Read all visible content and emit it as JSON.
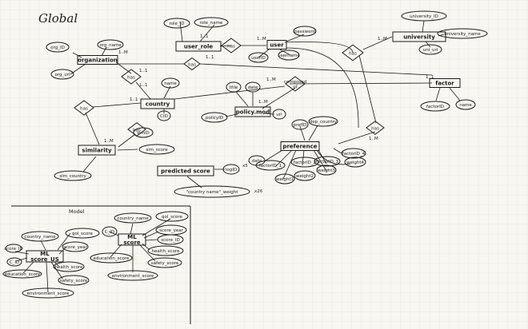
{
  "title": "Global",
  "model_title": "Model",
  "entities": [
    {
      "id": "role",
      "text": "user_role"
    },
    {
      "id": "user",
      "text": "user"
    },
    {
      "id": "university",
      "text": "university"
    },
    {
      "id": "organization",
      "text": "organization"
    },
    {
      "id": "country",
      "text": "country"
    },
    {
      "id": "policy",
      "text": "policy.mod"
    },
    {
      "id": "factor",
      "text": "factor"
    },
    {
      "id": "similarity",
      "text": "similarity"
    },
    {
      "id": "preference",
      "text": "preference"
    },
    {
      "id": "predicted",
      "text": "predicted score"
    },
    {
      "id": "ml_score_us",
      "text": "ML\nscore_US"
    },
    {
      "id": "ml_score",
      "text": "ML\nscore"
    }
  ],
  "relationships": [
    {
      "id": "r_has_user",
      "text": "has"
    },
    {
      "id": "r_has_univ",
      "text": "has"
    },
    {
      "id": "r_has_org",
      "text": "has"
    },
    {
      "id": "r_has_factor",
      "text": "has"
    },
    {
      "id": "r_has_country",
      "text": "has"
    },
    {
      "id": "r_has_sim",
      "text": "has"
    },
    {
      "id": "r_composed",
      "text": "composed\nof"
    },
    {
      "id": "r_has_pref",
      "text": "has"
    }
  ],
  "attributes": [
    {
      "id": "role_id",
      "text": "role_ID"
    },
    {
      "id": "role_name",
      "text": "role_name"
    },
    {
      "id": "user_id",
      "text": "userID"
    },
    {
      "id": "username",
      "text": "username"
    },
    {
      "id": "password",
      "text": "password"
    },
    {
      "id": "univ_id",
      "text": "university_ID"
    },
    {
      "id": "univ_name",
      "text": "university_name"
    },
    {
      "id": "univ_url",
      "text": "uni_url"
    },
    {
      "id": "org_id",
      "text": "org_ID"
    },
    {
      "id": "org_name",
      "text": "org_name"
    },
    {
      "id": "org_url",
      "text": "org_url"
    },
    {
      "id": "c_name",
      "text": "name"
    },
    {
      "id": "c_id",
      "text": "CID"
    },
    {
      "id": "p_title",
      "text": "title"
    },
    {
      "id": "p_date",
      "text": "date"
    },
    {
      "id": "p_id",
      "text": "policyID"
    },
    {
      "id": "p_url",
      "text": "url"
    },
    {
      "id": "f_id",
      "text": "factorID"
    },
    {
      "id": "f_name",
      "text": "name"
    },
    {
      "id": "sim_id",
      "text": "simID"
    },
    {
      "id": "sim_score",
      "text": "sim_score"
    },
    {
      "id": "sim_country",
      "text": "sim_country"
    },
    {
      "id": "pr_id",
      "text": "prefID"
    },
    {
      "id": "pr_country",
      "text": "dep_country"
    },
    {
      "id": "pr_date",
      "text": "date"
    },
    {
      "id": "pr_f1",
      "text": "factorID_1"
    },
    {
      "id": "pr_w1",
      "text": "weight1"
    },
    {
      "id": "pr_f2",
      "text": "factorID_2"
    },
    {
      "id": "pr_w2",
      "text": "weight2"
    },
    {
      "id": "pr_f3",
      "text": "factorID_3"
    },
    {
      "id": "pr_w3",
      "text": "weight3"
    },
    {
      "id": "pr_f4",
      "text": "factorID_4"
    },
    {
      "id": "pr_w4",
      "text": "weight4"
    },
    {
      "id": "ps_log",
      "text": "logID"
    },
    {
      "id": "ps_cw",
      "text": "\"country name\"_weight"
    },
    {
      "id": "m1_country",
      "text": "country_name"
    },
    {
      "id": "m1_qol",
      "text": "qol_score"
    },
    {
      "id": "m1_year",
      "text": "score_year"
    },
    {
      "id": "m1_scoreid",
      "text": "score_ID"
    },
    {
      "id": "m1_cid",
      "text": "C_ID"
    },
    {
      "id": "m1_health",
      "text": "health_score"
    },
    {
      "id": "m1_edu",
      "text": "education_score"
    },
    {
      "id": "m1_safety",
      "text": "safety_score"
    },
    {
      "id": "m1_env",
      "text": "environment_score"
    },
    {
      "id": "m2_country",
      "text": "country_name"
    },
    {
      "id": "m2_qol",
      "text": "qol_score"
    },
    {
      "id": "m2_cid",
      "text": "C_ID"
    },
    {
      "id": "m2_year",
      "text": "score_year"
    },
    {
      "id": "m2_scoreid",
      "text": "score_ID"
    },
    {
      "id": "m2_health",
      "text": "health_score"
    },
    {
      "id": "m2_edu",
      "text": "education_score"
    },
    {
      "id": "m2_safety",
      "text": "safety_score"
    },
    {
      "id": "m2_env",
      "text": "environment_score"
    }
  ],
  "annotations": [
    {
      "id": "a1",
      "text": "1..1"
    },
    {
      "id": "a2",
      "text": "1..M"
    },
    {
      "id": "a3",
      "text": "1..M"
    },
    {
      "id": "a4",
      "text": "1..M"
    },
    {
      "id": "a5",
      "text": "1..1"
    },
    {
      "id": "a6",
      "text": "1..1"
    },
    {
      "id": "a7",
      "text": "1..1"
    },
    {
      "id": "a8",
      "text": "1..1"
    },
    {
      "id": "a9",
      "text": "1..M"
    },
    {
      "id": "a10",
      "text": "1..1"
    },
    {
      "id": "a11",
      "text": "1..M"
    },
    {
      "id": "a12",
      "text": "1..M"
    },
    {
      "id": "a13",
      "text": "1..M"
    },
    {
      "id": "a14",
      "text": "x5"
    },
    {
      "id": "a15",
      "text": "x26"
    }
  ]
}
